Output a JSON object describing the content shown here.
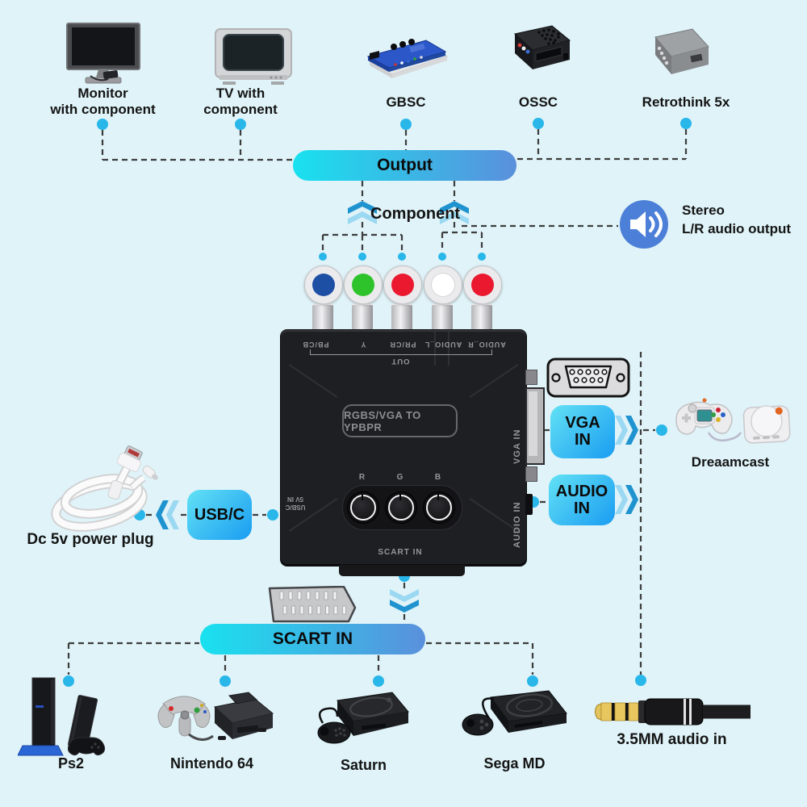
{
  "colors": {
    "background": "#DFF3F8",
    "accent_dot": "#29B7EA",
    "dash_line": "#3D3D3D",
    "pill_gradient_start": "#19E1EF",
    "pill_gradient_end": "#5A90DC",
    "box_gradient_start": "#5FDEF4",
    "box_gradient_end": "#1DA0F2",
    "chevron_dark": "#1F93CF",
    "chevron_light": "#9BD8F2",
    "speaker_circle": "#4C7FD7",
    "device_body": "#1E1F22",
    "rca_jack_colors": [
      "#1D4FA4",
      "#2FC32B",
      "#EA1930",
      "#FFFFFF",
      "#EA1930"
    ]
  },
  "top_row": {
    "devices": [
      {
        "id": "monitor",
        "label_line1": "Monitor",
        "label_line2": "with component"
      },
      {
        "id": "tv",
        "label_line1": "TV with",
        "label_line2": "component"
      },
      {
        "id": "gbsc",
        "label": "GBSC"
      },
      {
        "id": "ossc",
        "label": "OSSC"
      },
      {
        "id": "retrothink",
        "label": "Retrothink 5x"
      }
    ]
  },
  "output_pill_label": "Output",
  "component_label": "Component",
  "stereo_callout": {
    "line1": "Stereo",
    "line2": "L/R audio output"
  },
  "converter": {
    "ports_top": [
      "PB/CB",
      "Y",
      "PR/CR",
      "AUDIO_L",
      "AUDIO_R"
    ],
    "out_group_label": "OUT",
    "emblem": "RGBS/VGA TO YPBPR",
    "knob_labels": [
      "R",
      "G",
      "B"
    ],
    "scart_port_label": "SCART IN",
    "usb_side_line1": "USB/C",
    "usb_side_line2": "5V IN",
    "vga_side_label": "VGA IN",
    "audio_side_label": "AUDIO IN"
  },
  "callouts": {
    "vga_in_line1": "VGA",
    "vga_in_line2": "IN",
    "audio_in_line1": "AUDIO",
    "audio_in_line2": "IN",
    "usb_label": "USB/C"
  },
  "power_cable_label": "Dc 5v power plug",
  "dreamcast_label": "Dreaamcast",
  "scart_pill_label": "SCART IN",
  "bottom_row": {
    "consoles": [
      {
        "label": "Ps2"
      },
      {
        "label": "Nintendo 64"
      },
      {
        "label": "Saturn"
      },
      {
        "label": "Sega MD"
      }
    ]
  },
  "audio_jack_label": "3.5MM audio in"
}
